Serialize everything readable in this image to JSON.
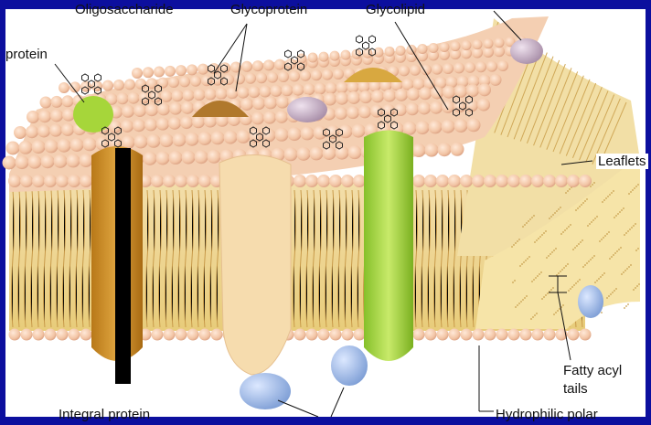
{
  "labels": {
    "oligosaccharide": "Oligosaccharide",
    "glycoprotein": "Glycoprotein",
    "glycolipid": "Glycolipid",
    "protein": "protein",
    "leaflets": "Leaflets",
    "fatty_acyl_line1": "Fatty acyl",
    "fatty_acyl_line2": "tails",
    "integral_protein": "Integral protein",
    "hydrophilic_polar": "Hydrophilic polar"
  },
  "colors": {
    "background": "#0c0f9e",
    "frame": "#ffffff",
    "head_group": "#f2c4a4",
    "tails": "#e8cc7a",
    "integral_protein": "#d99a2a",
    "beige_protein": "#f6dcae",
    "green_protein": "#a6d63a",
    "peripheral_blue": "#9ab8e6",
    "lavender_protein": "#c8b0c6",
    "glycolipid_dome": "#d8a840",
    "glycoprotein_dome": "#b0782c",
    "redaction_bar": "#000000"
  },
  "icons": [
    "sugar-chain-icon"
  ]
}
